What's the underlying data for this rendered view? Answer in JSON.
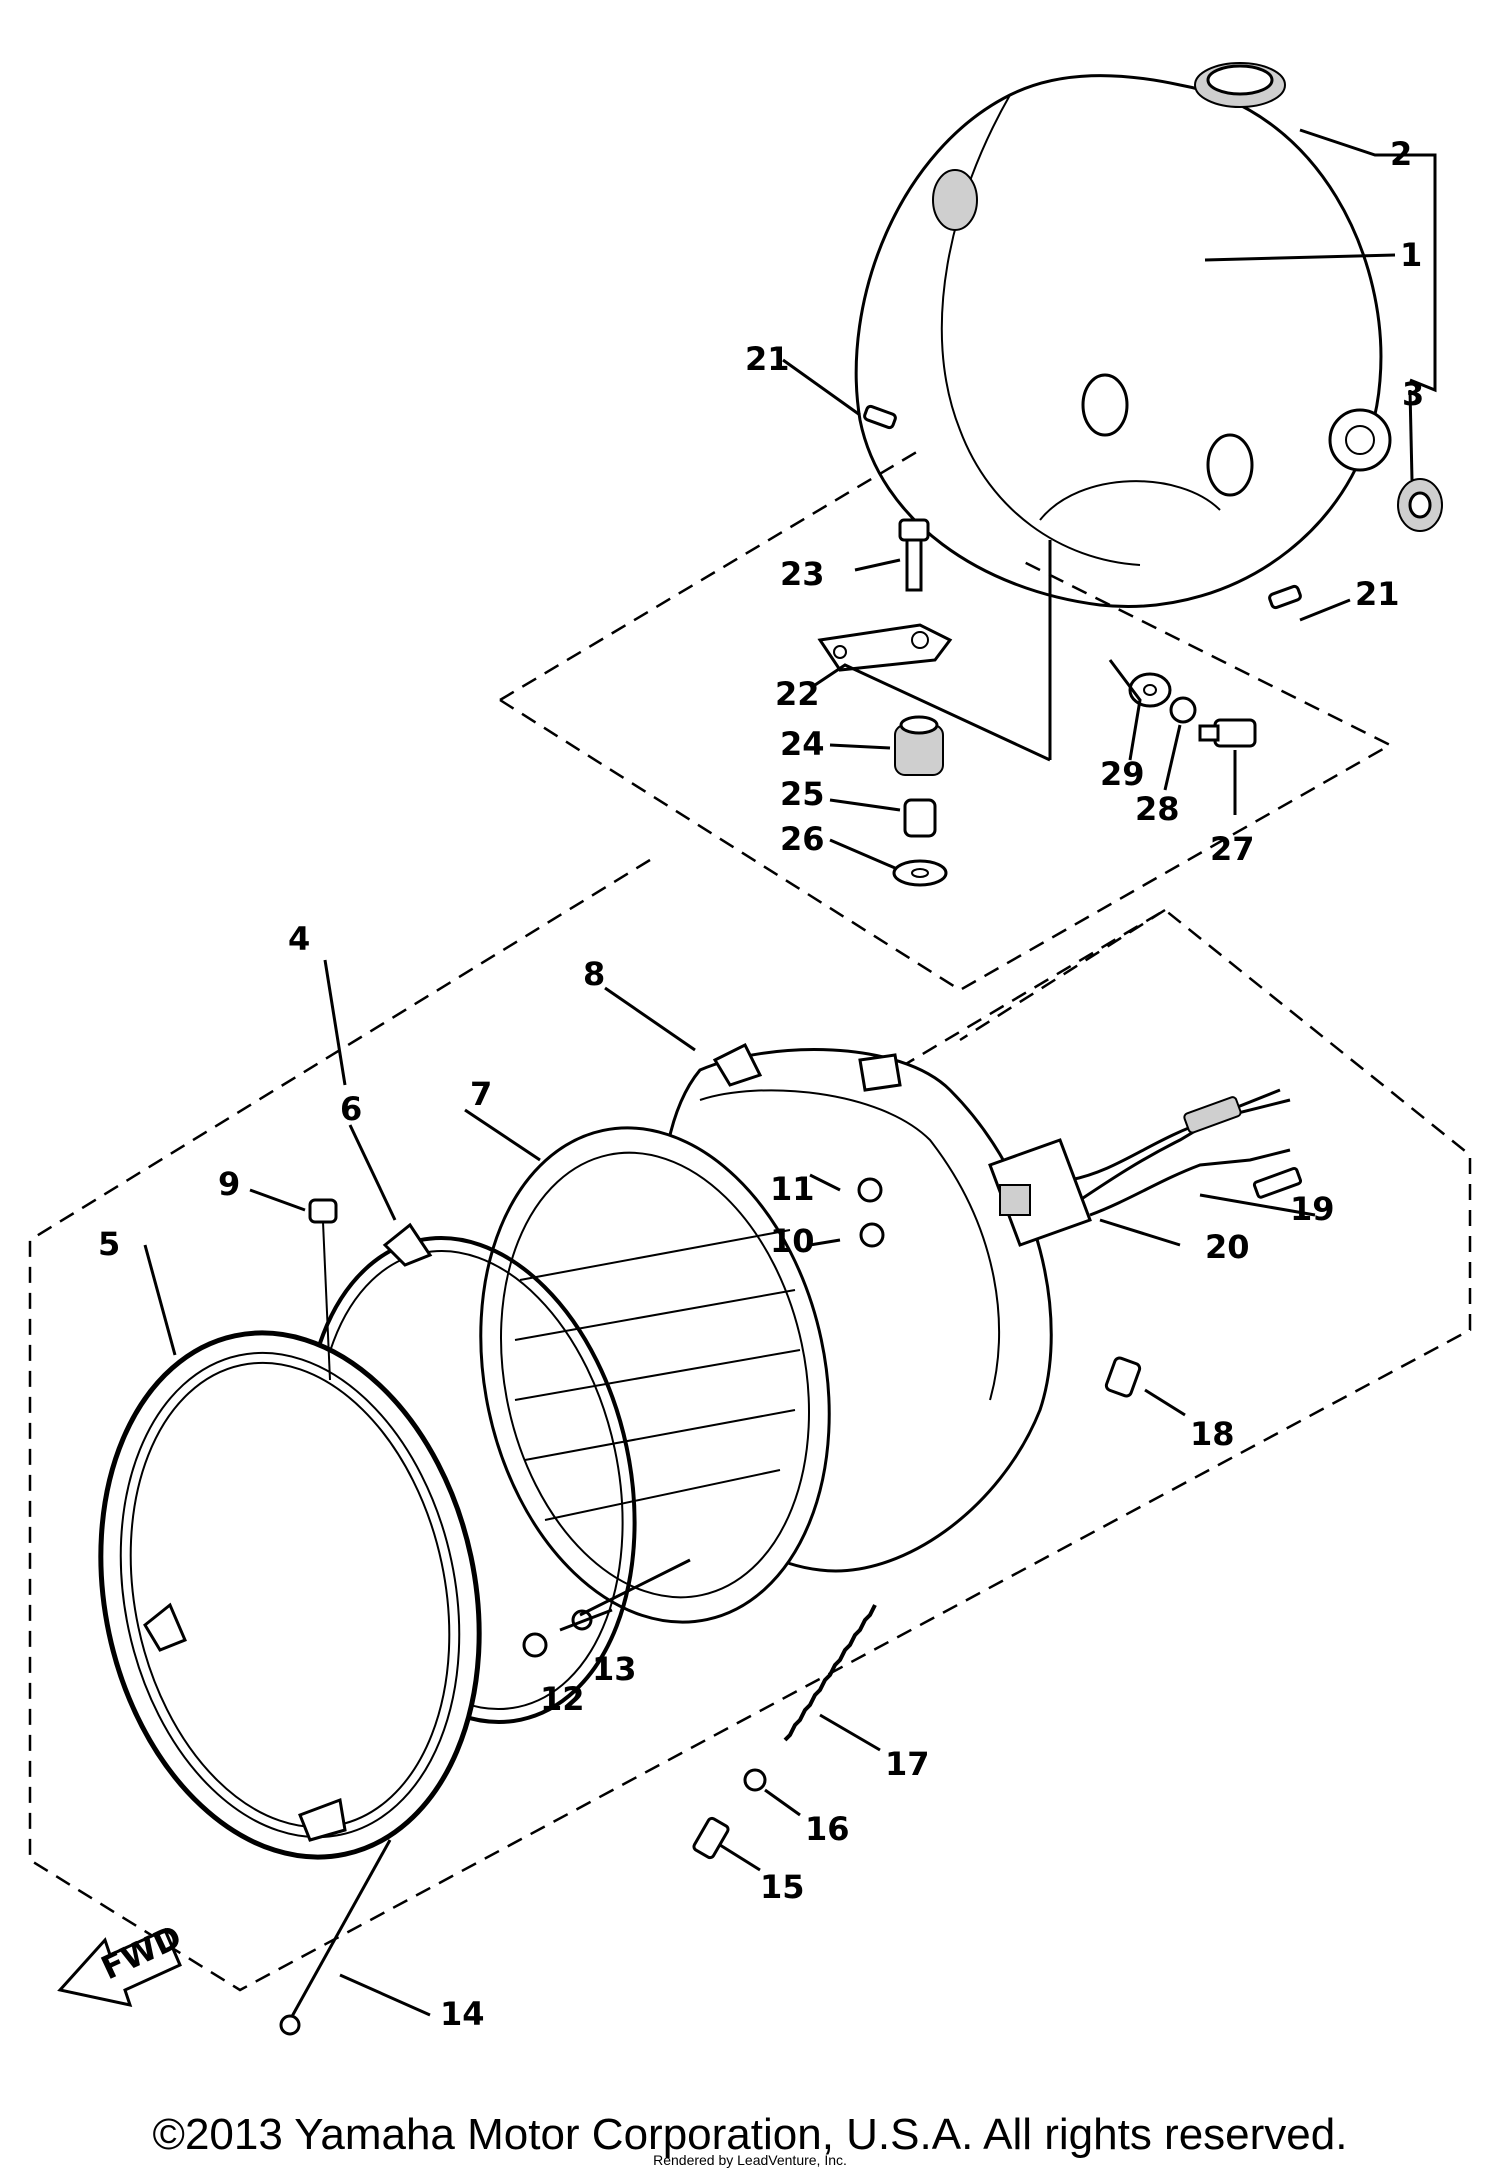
{
  "callouts": [
    "1",
    "2",
    "3",
    "4",
    "5",
    "6",
    "7",
    "8",
    "9",
    "10",
    "11",
    "12",
    "13",
    "14",
    "15",
    "16",
    "17",
    "18",
    "19",
    "20",
    "21",
    "21",
    "22",
    "23",
    "24",
    "25",
    "26",
    "27",
    "28",
    "29"
  ],
  "fwd_label": "FWD",
  "copyright": "©2013 Yamaha Motor Corporation, U.S.A. All rights reserved.",
  "watermark": "Rendered by LeadVenture, Inc."
}
